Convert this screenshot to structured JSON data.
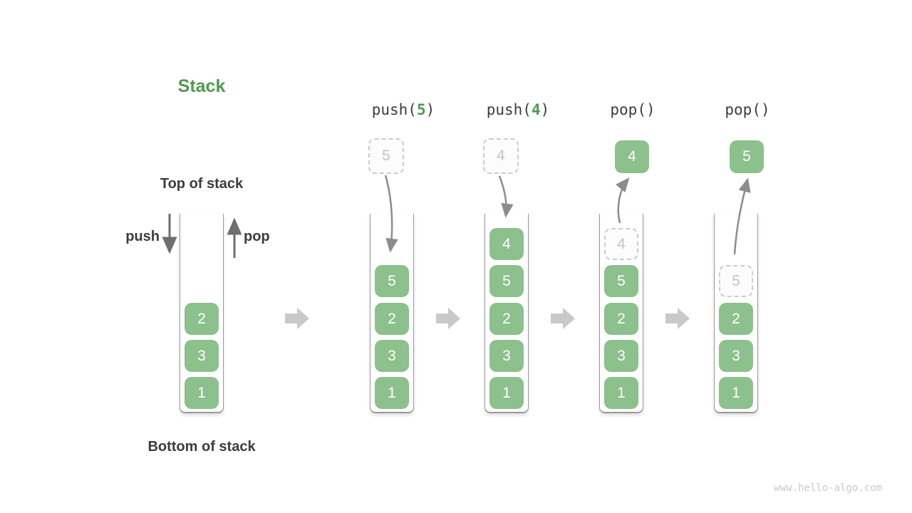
{
  "title": "Stack",
  "labels": {
    "top_of_stack": "Top of stack",
    "bottom_of_stack": "Bottom of stack",
    "push": "push",
    "pop": "pop"
  },
  "watermark": "www.hello-algo.com",
  "colors": {
    "accent_green": "#4E9A51",
    "box_green": "#8CC08C",
    "text_dark": "#3C3C3C",
    "arrow_gray": "#8C8C8C",
    "transition_gray": "#C9C9C9",
    "ghost_gray": "#C4C4C4"
  },
  "columns": [
    {
      "id": "initial",
      "operation": null,
      "floating": null,
      "slots": [
        null,
        null,
        "2",
        "3",
        "1"
      ],
      "ghost_slots": []
    },
    {
      "id": "after-push-5",
      "operation": {
        "parts": [
          {
            "text": "push(",
            "accent": false
          },
          {
            "text": "5",
            "accent": true
          },
          {
            "text": ")",
            "accent": false
          }
        ]
      },
      "floating": {
        "value": "5",
        "style": "ghost"
      },
      "slots": [
        null,
        "5",
        "2",
        "3",
        "1"
      ],
      "ghost_slots": []
    },
    {
      "id": "after-push-4",
      "operation": {
        "parts": [
          {
            "text": "push(",
            "accent": false
          },
          {
            "text": "4",
            "accent": true
          },
          {
            "text": ")",
            "accent": false
          }
        ]
      },
      "floating": {
        "value": "4",
        "style": "ghost"
      },
      "slots": [
        "4",
        "5",
        "2",
        "3",
        "1"
      ],
      "ghost_slots": []
    },
    {
      "id": "after-pop-4",
      "operation": {
        "parts": [
          {
            "text": "pop()",
            "accent": false
          }
        ]
      },
      "floating": {
        "value": "4",
        "style": "solid"
      },
      "slots": [
        "4",
        "5",
        "2",
        "3",
        "1"
      ],
      "ghost_slots": [
        0
      ]
    },
    {
      "id": "after-pop-5",
      "operation": {
        "parts": [
          {
            "text": "pop()",
            "accent": false
          }
        ]
      },
      "floating": {
        "value": "5",
        "style": "solid"
      },
      "slots": [
        null,
        "5",
        "2",
        "3",
        "1"
      ],
      "ghost_slots": [
        1
      ]
    }
  ]
}
